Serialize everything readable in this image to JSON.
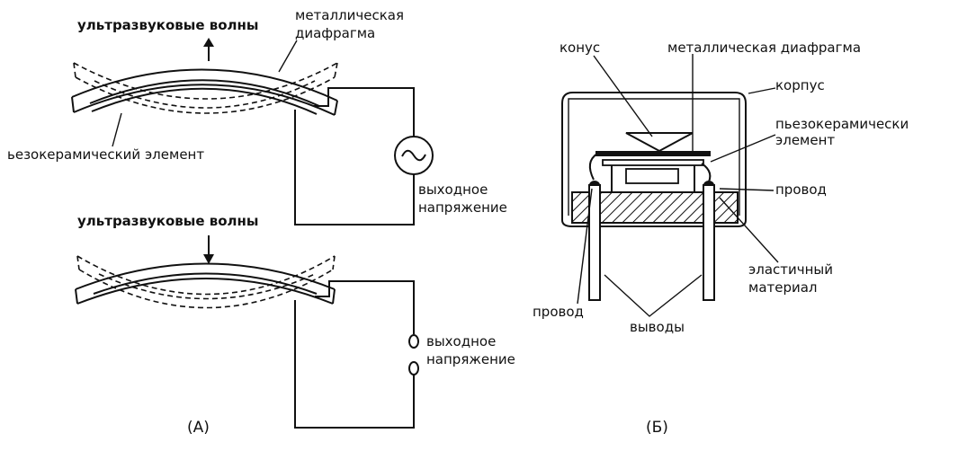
{
  "panel_a": {
    "top": {
      "waves_label": "ультразвуковые волны",
      "diaphragm_label_1": "металлическая",
      "diaphragm_label_2": "диафрагма",
      "piezo_label": "ьезокерамический элемент",
      "output_label_1": "выходное",
      "output_label_2": "напряжение"
    },
    "bottom": {
      "waves_label": "ультразвуковые волны",
      "output_label_1": "выходное",
      "output_label_2": "напряжение"
    },
    "caption": "(A)"
  },
  "panel_b": {
    "cone_label": "конус",
    "diaphragm_label": "металлическая диафрагма",
    "body_label": "корпус",
    "piezo_label_1": "пьезокерамически",
    "piezo_label_2": "элемент",
    "wire_right_label": "провод",
    "elastic_label_1": "эластичный",
    "elastic_label_2": "материал",
    "wire_left_label": "провод",
    "leads_label": "выводы",
    "caption": "(Б)"
  }
}
